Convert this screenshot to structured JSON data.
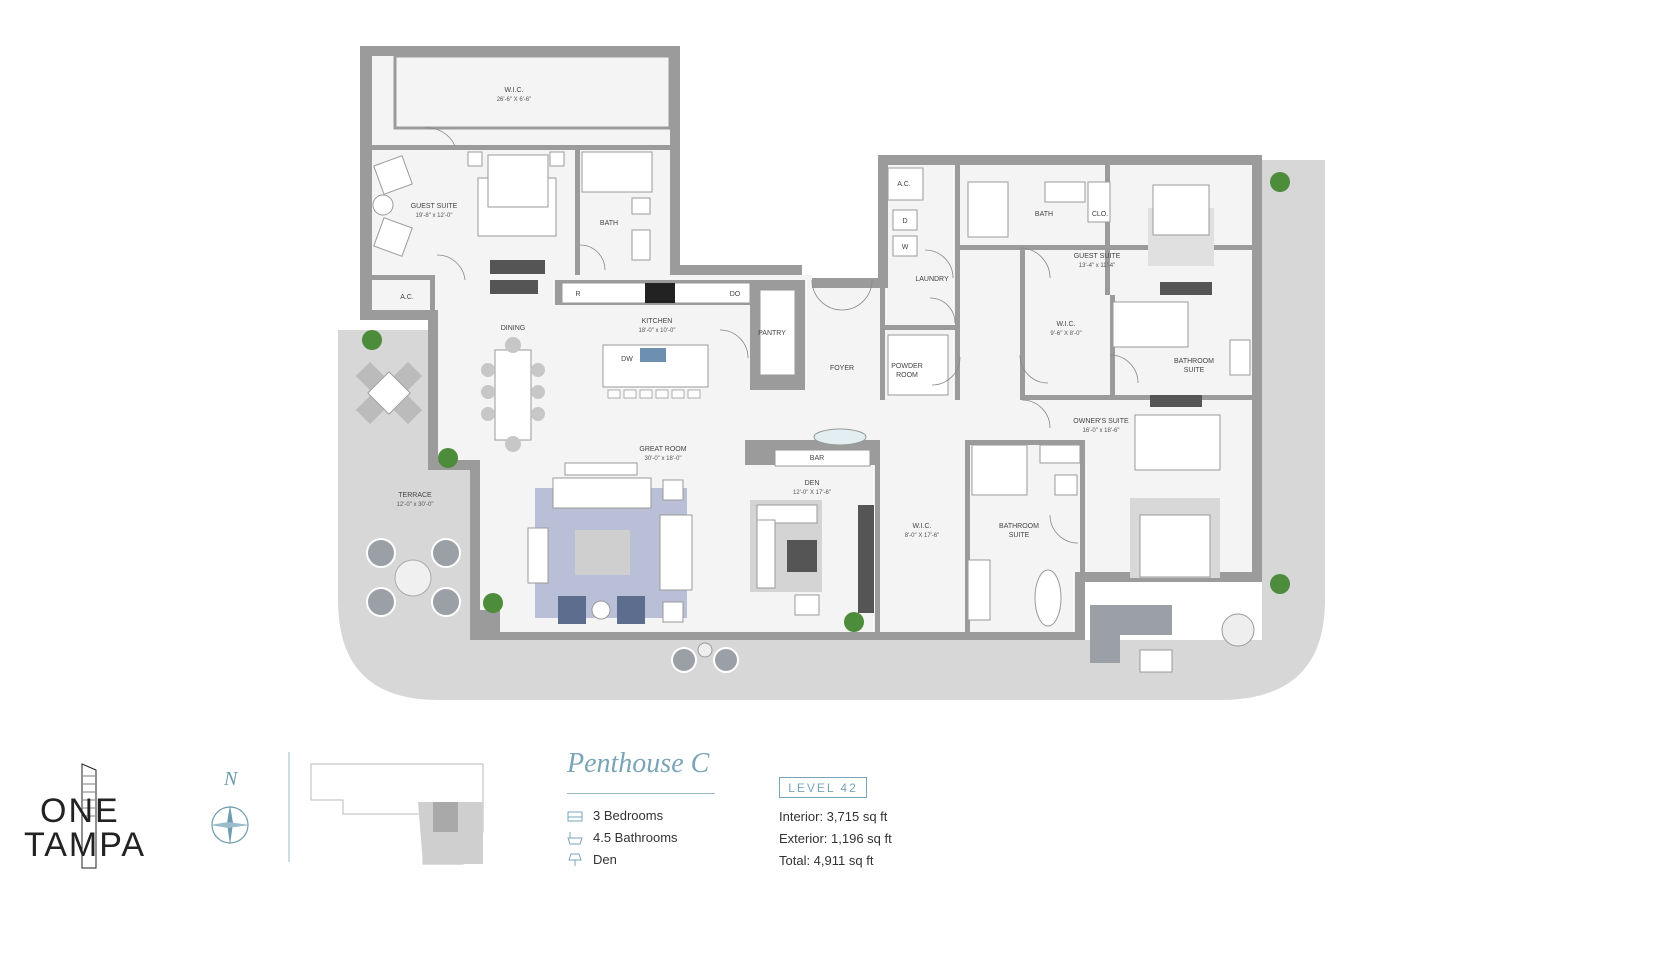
{
  "rooms": {
    "wic_top": {
      "name": "W.I.C.",
      "dim": "26'-6\" X 6'-6\""
    },
    "guest_suite_1": {
      "name": "GUEST SUITE",
      "dim": "19'-8\" x 12'-0\""
    },
    "bath_1": {
      "name": "BATH"
    },
    "ac_1": {
      "name": "A.C."
    },
    "dining": {
      "name": "DINING"
    },
    "kitchen": {
      "name": "KITCHEN",
      "dim": "18'-0\" x 10'-0\""
    },
    "pantry": {
      "name": "PANTRY"
    },
    "foyer": {
      "name": "FOYER"
    },
    "great_room": {
      "name": "GREAT ROOM",
      "dim": "30'-0\" x 18'-0\""
    },
    "terrace": {
      "name": "TERRACE",
      "dim": "12'-0\" x 30'-0\""
    },
    "bar": {
      "name": "BAR"
    },
    "den": {
      "name": "DEN",
      "dim": "12'-0\" X 17'-6\""
    },
    "wic_mid": {
      "name": "W.I.C.",
      "dim": "8'-0\" X 17'-6\""
    },
    "bathroom_suite_owner": {
      "name": "BATHROOM",
      "name2": "SUITE"
    },
    "ac_2": {
      "name": "A.C."
    },
    "laundry": {
      "name": "LAUNDRY"
    },
    "powder_room": {
      "name": "POWDER",
      "name2": "ROOM"
    },
    "bath_2": {
      "name": "BATH"
    },
    "clo": {
      "name": "CLO."
    },
    "guest_suite_2": {
      "name": "GUEST SUITE",
      "dim": "13'-4\" x 11'-4\""
    },
    "wic_small": {
      "name": "W.I.C.",
      "dim": "9'-6\" X 8'-0\""
    },
    "bathroom_suite_guest": {
      "name": "BATHROOM",
      "name2": "SUITE"
    },
    "owners_suite": {
      "name": "OWNER'S SUITE",
      "dim": "16'-0\" x 18'-6\""
    }
  },
  "appliances": {
    "r": "R",
    "dw": "DW",
    "do": "DO",
    "d": "D",
    "w": "W"
  },
  "logo": {
    "line1": "ONE",
    "line2": "TAMPA"
  },
  "compass": {
    "north": "N"
  },
  "unit": {
    "title": "Penthouse C",
    "level": "LEVEL 42",
    "specs": {
      "bedrooms": "3 Bedrooms",
      "bathrooms": "4.5 Bathrooms",
      "den": "Den"
    },
    "areas": {
      "interior": "Interior: 3,715 sq ft",
      "exterior": "Exterior: 1,196 sq ft",
      "total": "Total: 4,911 sq ft"
    }
  },
  "colors": {
    "accent": "#7aa5b8",
    "wall": "#9b9b9b",
    "terrace": "#d7d7d7",
    "floor": "#f4f4f4",
    "plant": "#4c8c3a"
  }
}
